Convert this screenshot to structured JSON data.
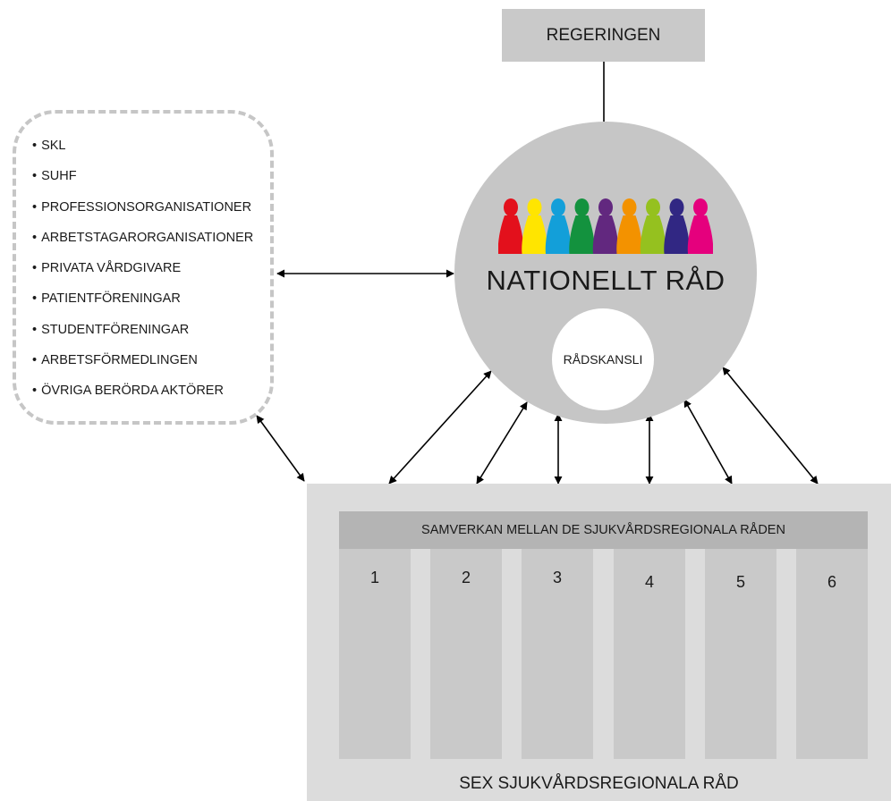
{
  "top_box": {
    "label": "REGERINGEN"
  },
  "actors": {
    "items": [
      "SKL",
      "SUHF",
      "PROFESSIONSORGANISATIONER",
      "ARBETSTAGARORGANISATIONER",
      "PRIVATA VÅRDGIVARE",
      "PATIENTFÖRENINGAR",
      "STUDENTFÖRENINGAR",
      "ARBETSFÖRMEDLINGEN",
      "ÖVRIGA BERÖRDA AKTÖRER"
    ]
  },
  "council": {
    "title": "NATIONELLT RÅD",
    "office": "RÅDSKANSLI",
    "figure_colors": [
      "#e3101c",
      "#ffe500",
      "#139fd9",
      "#13923e",
      "#62287f",
      "#f39200",
      "#95c11f",
      "#312783",
      "#e5007d"
    ]
  },
  "regional": {
    "title": "SEX SJUKVÅRDSREGIONALA RÅD",
    "collaboration": "SAMVERKAN MELLAN DE SJUKVÅRDSREGIONALA RÅDEN",
    "columns": [
      "1",
      "2",
      "3",
      "4",
      "5",
      "6"
    ]
  },
  "colors": {
    "box": "#c9c9c9",
    "circle": "#c6c6c6",
    "panel": "#dcdcdc",
    "bar": "#b4b4b4",
    "arrow": "#000000"
  }
}
